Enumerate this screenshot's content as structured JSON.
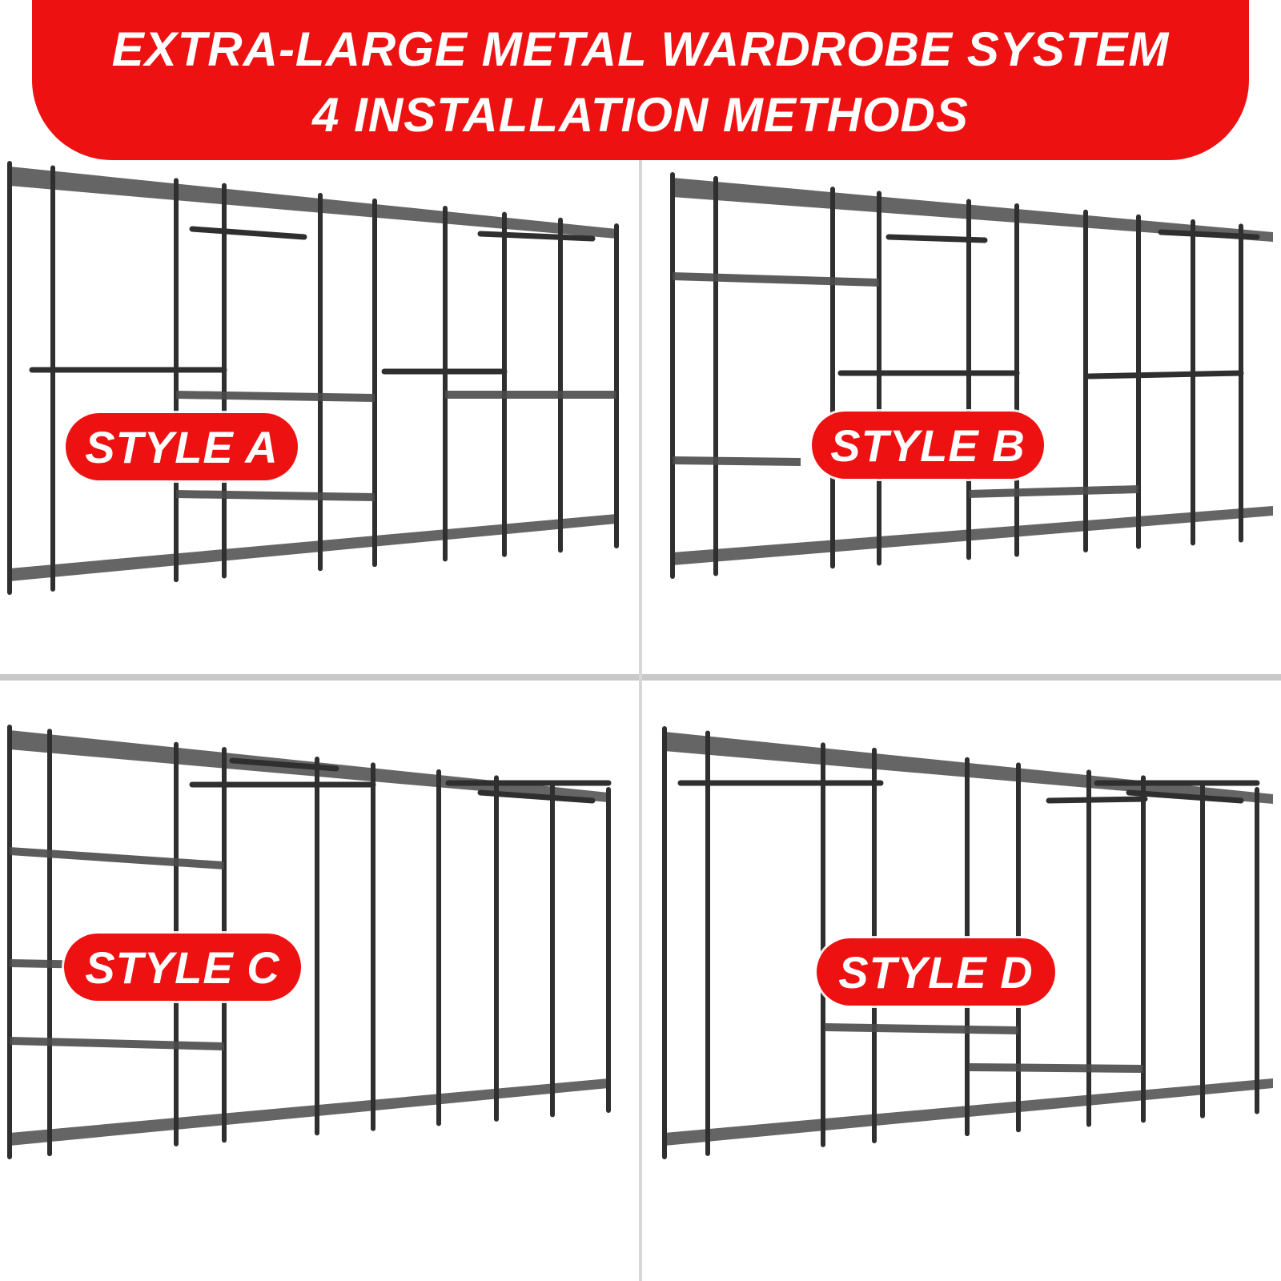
{
  "banner": {
    "line1": "EXTRA-LARGE METAL WARDROBE SYSTEM",
    "line2": "4 INSTALLATION METHODS"
  },
  "styles": [
    {
      "label": "STYLE A"
    },
    {
      "label": "STYLE B"
    },
    {
      "label": "STYLE C"
    },
    {
      "label": "STYLE D"
    }
  ],
  "colors": {
    "accent": "#ee1111",
    "frame": "#2f2f2f",
    "shelf": "#4a4a4a",
    "divider": "#c9c9c9"
  }
}
